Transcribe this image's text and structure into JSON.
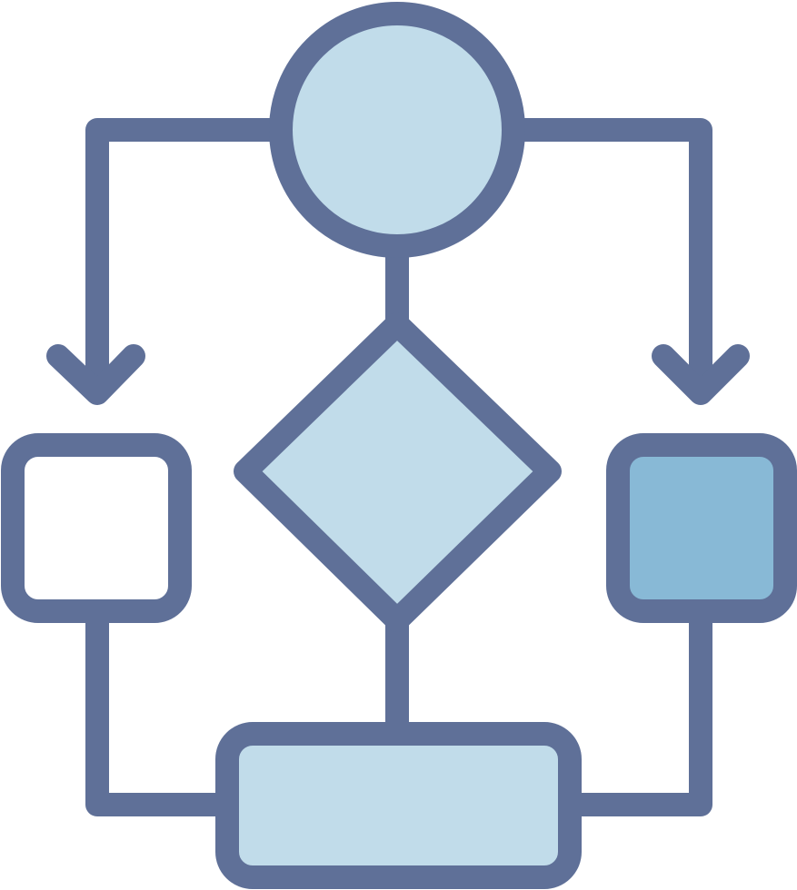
{
  "icon": {
    "name": "flowchart-icon",
    "colors": {
      "stroke": "#5f7098",
      "fill_light": "#c1dcea",
      "fill_medium": "#88b9d6",
      "fill_white": "#ffffff",
      "background": "#ffffff"
    },
    "nodes": [
      {
        "name": "start-circle-node",
        "shape": "circle",
        "fill": "fill_light"
      },
      {
        "name": "decision-diamond-node",
        "shape": "diamond",
        "fill": "fill_light"
      },
      {
        "name": "left-process-box",
        "shape": "rounded-square",
        "fill": "fill_white"
      },
      {
        "name": "right-process-box",
        "shape": "rounded-square",
        "fill": "fill_medium"
      },
      {
        "name": "end-process-box",
        "shape": "rounded-rectangle",
        "fill": "fill_light"
      }
    ],
    "connectors": [
      {
        "name": "connector-circle-to-left-box",
        "arrow": true
      },
      {
        "name": "connector-circle-to-right-box",
        "arrow": true
      },
      {
        "name": "connector-circle-to-diamond",
        "arrow": false
      },
      {
        "name": "connector-diamond-to-end-box",
        "arrow": false
      },
      {
        "name": "connector-left-box-to-end-box",
        "arrow": false
      },
      {
        "name": "connector-right-box-to-end-box",
        "arrow": false
      }
    ]
  }
}
